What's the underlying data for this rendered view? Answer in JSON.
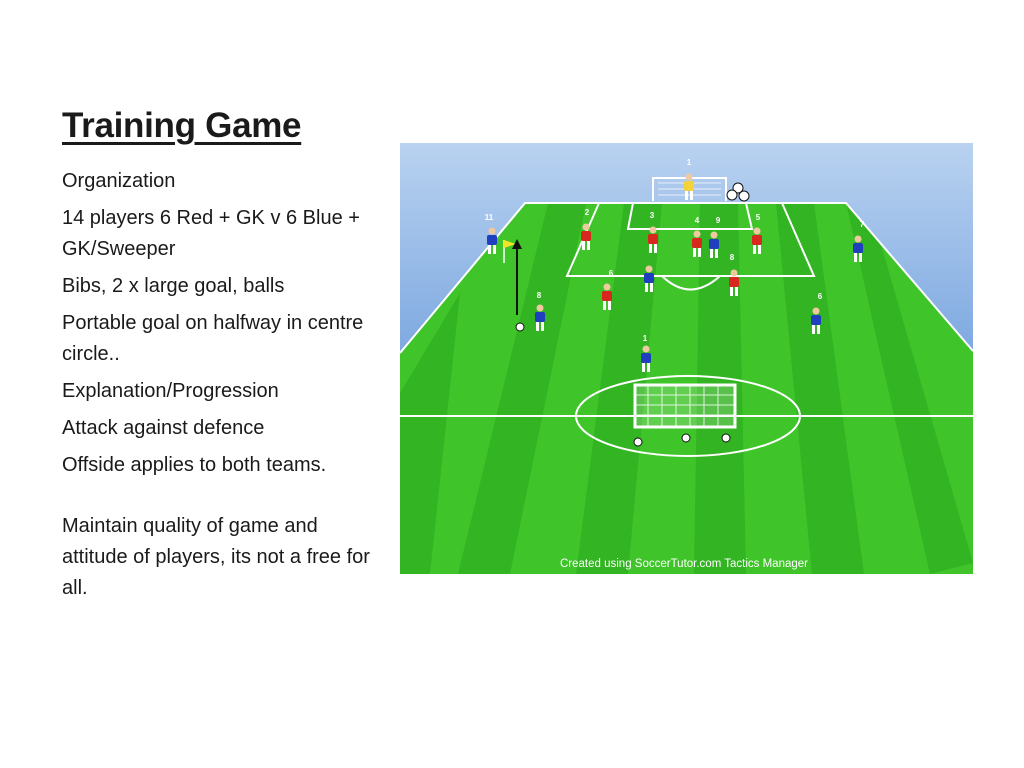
{
  "slide": {
    "title": "Training Game",
    "lines": [
      "Organization",
      "14 players 6 Red + GK v 6 Blue + GK/Sweeper",
      "Bibs, 2 x large goal, balls",
      "Portable goal on halfway in centre circle..",
      "Explanation/Progression",
      "Attack against defence",
      "Offside applies to both teams."
    ],
    "closing": "Maintain quality of game and attitude of players, its not a free for all."
  },
  "diagram": {
    "credit": "Created using SoccerTutor.com Tactics Manager",
    "colors": {
      "sky": "#5a8fd0",
      "pitch_light": "#3fc42a",
      "pitch_dark": "#2fae1f",
      "lines": "#ffffff",
      "red_team": "#d8271e",
      "blue_team": "#1f3fbf",
      "goalkeeper": "#f3d23a"
    },
    "player_numbers": {
      "gk_top": "1",
      "blue_left": "11",
      "red_2": "2",
      "red_3": "3",
      "red_4": "4",
      "blue_9": "9",
      "red_5": "5",
      "blue_7": "7",
      "red_8": "8",
      "blue_6": "6",
      "blue_8": "8",
      "red_6": "6",
      "blue_1": "1"
    }
  }
}
